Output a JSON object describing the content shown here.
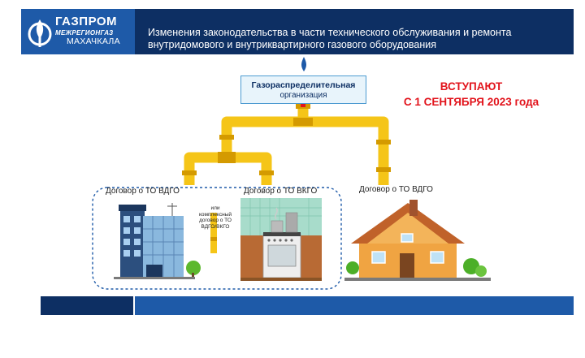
{
  "header": {
    "logo_brand": "ГАЗПРОМ",
    "logo_sub": "МЕЖРЕГИОНГАЗ",
    "logo_city": "МАХАЧКАЛА",
    "title_line1": "Изменения законодательства в части технического обслуживания и ремонта",
    "title_line2": "внутридомового и внутриквартирного газового оборудования"
  },
  "org": {
    "line1": "Газораспределительная",
    "line2": "организация"
  },
  "notice": {
    "line1": "ВСТУПАЮТ",
    "line2": "С 1 СЕНТЯБРЯ 2023 года"
  },
  "labels": {
    "contract_vdgo_building": "Договор о ТО ВДГО",
    "or_complex_1": "или",
    "or_complex_2": "комплексный",
    "or_complex_3": "договор о ТО",
    "or_complex_4": "ВДГО/ВКГО",
    "contract_vkgo": "Договор о ТО ВКГО",
    "contract_vdgo_house": "Договор о ТО ВДГО"
  },
  "colors": {
    "navy": "#0d2f63",
    "blue": "#1e5aa8",
    "pipe": "#f5c518",
    "accent_red": "#e2141c"
  }
}
